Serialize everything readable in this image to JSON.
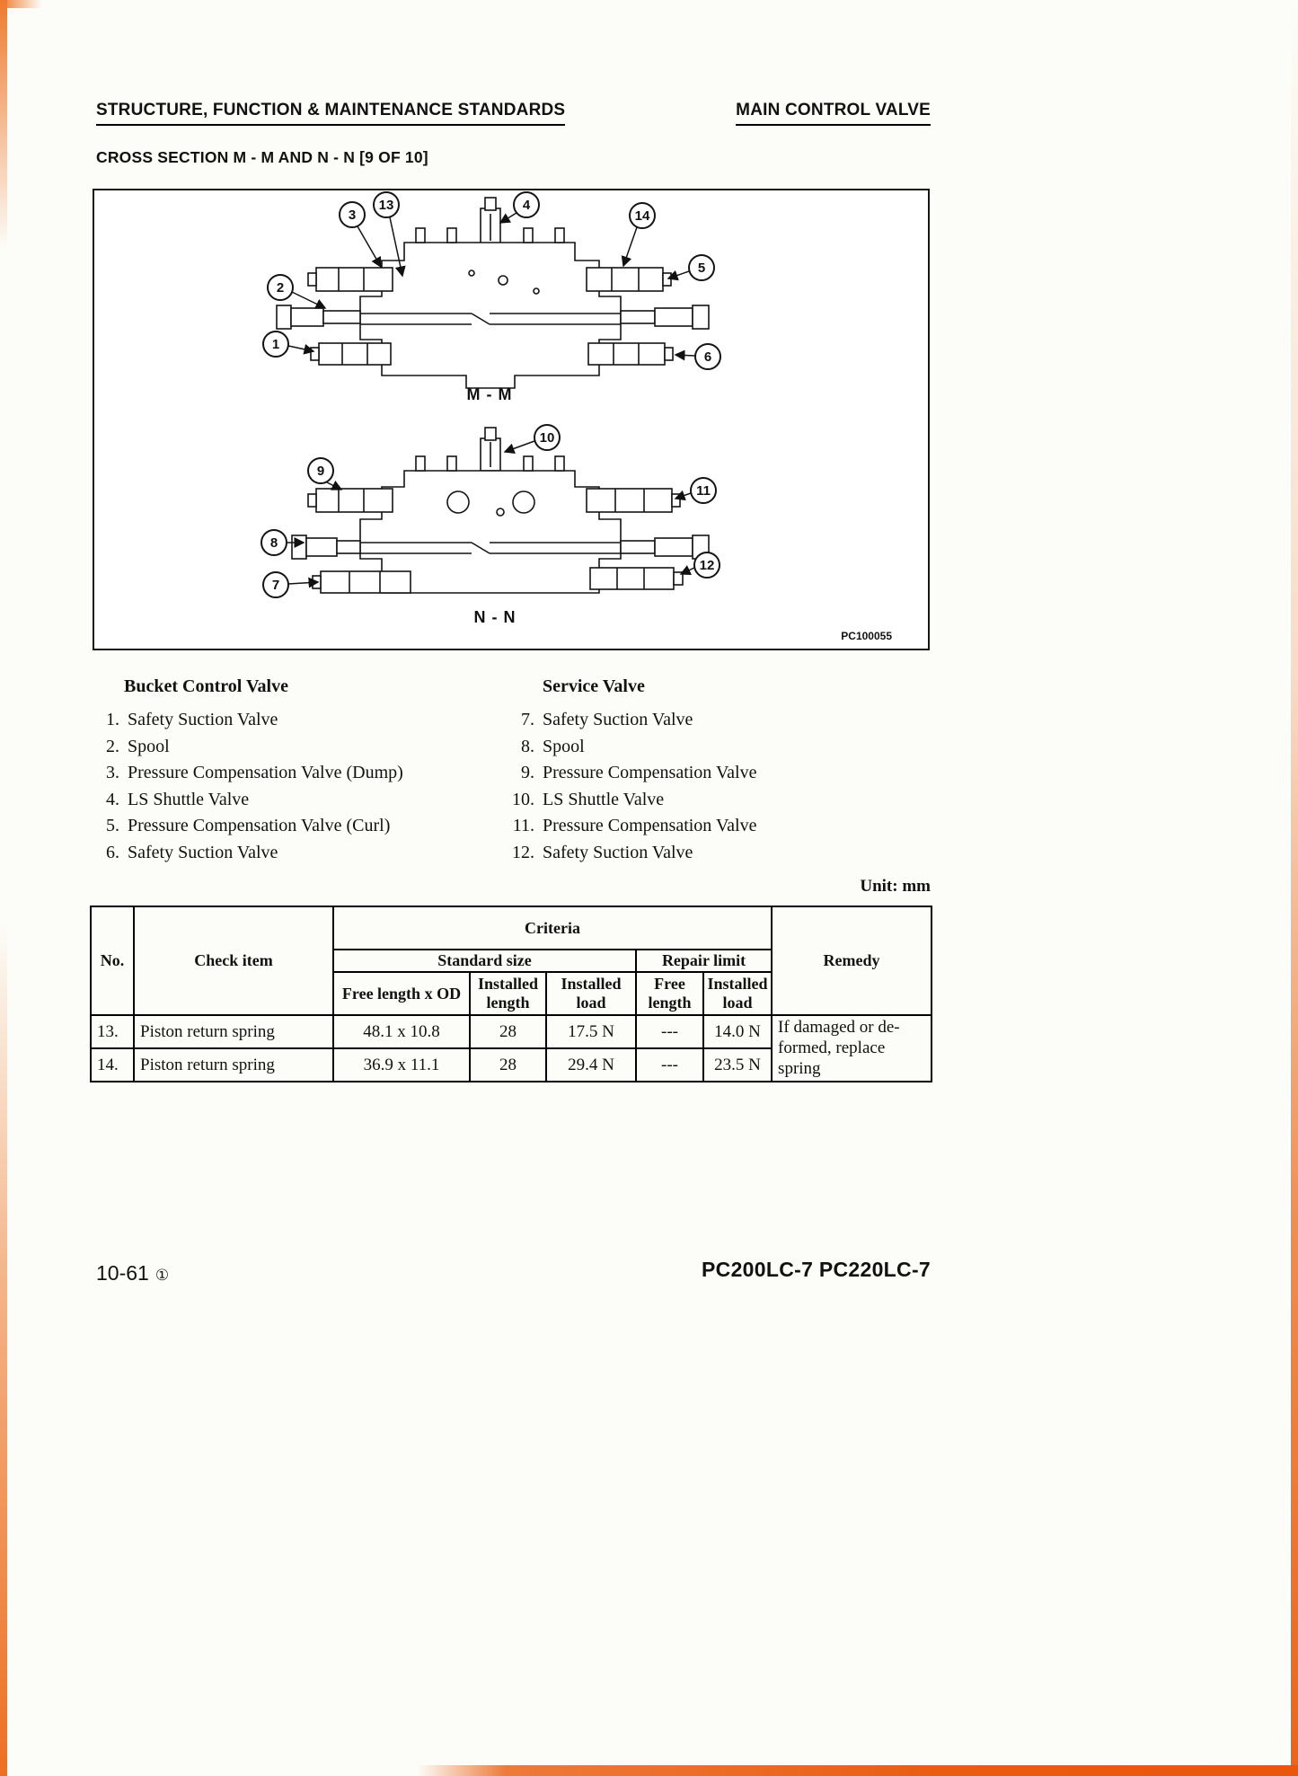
{
  "header": {
    "left": "STRUCTURE, FUNCTION & MAINTENANCE STANDARDS",
    "right": "MAIN CONTROL VALVE"
  },
  "title": "CROSS SECTION M - M AND N - N [9 OF 10]",
  "figure": {
    "section_m_label": "M - M",
    "section_n_label": "N - N",
    "code": "PC100055",
    "callouts": [
      "1",
      "2",
      "3",
      "4",
      "5",
      "6",
      "7",
      "8",
      "9",
      "10",
      "11",
      "12",
      "13",
      "14"
    ]
  },
  "legend": {
    "left": {
      "title": "Bucket Control Valve",
      "items": [
        {
          "num": "1.",
          "label": "Safety Suction Valve"
        },
        {
          "num": "2.",
          "label": "Spool"
        },
        {
          "num": "3.",
          "label": "Pressure Compensation Valve (Dump)"
        },
        {
          "num": "4.",
          "label": "LS Shuttle Valve"
        },
        {
          "num": "5.",
          "label": "Pressure Compensation Valve (Curl)"
        },
        {
          "num": "6.",
          "label": "Safety Suction Valve"
        }
      ]
    },
    "right": {
      "title": "Service Valve",
      "items": [
        {
          "num": "7.",
          "label": "Safety Suction Valve"
        },
        {
          "num": "8.",
          "label": "Spool"
        },
        {
          "num": "9.",
          "label": "Pressure Compensation Valve"
        },
        {
          "num": "10.",
          "label": "LS Shuttle Valve"
        },
        {
          "num": "11.",
          "label": "Pressure Compensation Valve"
        },
        {
          "num": "12.",
          "label": "Safety Suction Valve"
        }
      ]
    }
  },
  "unit_label": "Unit: mm",
  "table": {
    "headers": {
      "no": "No.",
      "check_item": "Check item",
      "criteria": "Criteria",
      "standard_size": "Standard size",
      "repair_limit": "Repair limit",
      "free_length_od": "Free length x OD",
      "installed_length": "Installed length",
      "installed_load": "Installed load",
      "free_length": "Free length",
      "installed_load_2": "Installed load",
      "remedy": "Remedy"
    },
    "rows": [
      {
        "no": "13.",
        "item": "Piston return spring",
        "free_od": "48.1 x 10.8",
        "inst_len": "28",
        "inst_load": "17.5 N",
        "free_len": "---",
        "repair_load": "14.0 N"
      },
      {
        "no": "14.",
        "item": "Piston return spring",
        "free_od": "36.9 x 11.1",
        "inst_len": "28",
        "inst_load": "29.4 N",
        "free_len": "---",
        "repair_load": "23.5 N"
      }
    ],
    "remedy_lines": [
      "If damaged or de-",
      "formed, replace",
      "spring"
    ]
  },
  "footer": {
    "page_number": "10-61",
    "symbol": "①",
    "model": "PC200LC-7 PC220LC-7"
  }
}
